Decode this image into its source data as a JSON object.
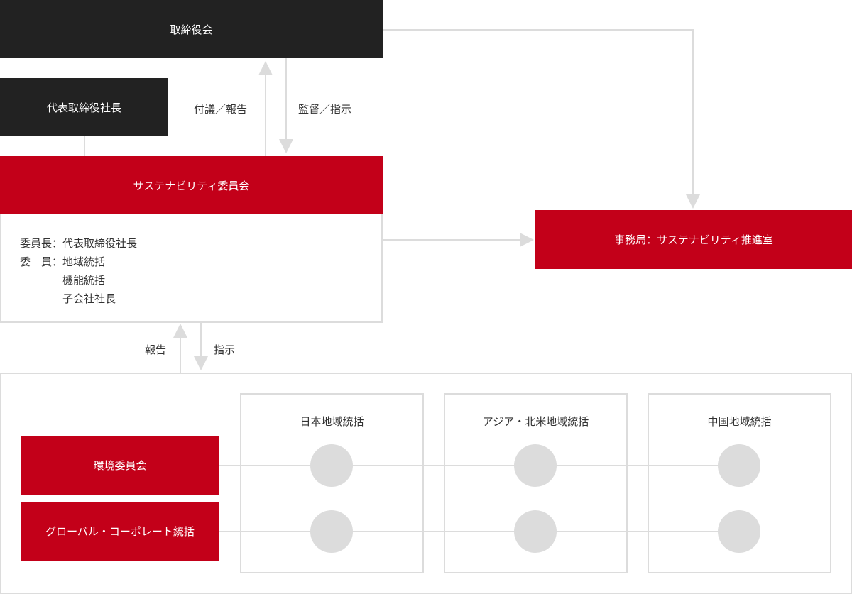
{
  "board": "取締役会",
  "president": "代表取締役社長",
  "edge_labels": {
    "proposal_report": "付議／報告",
    "supervise_instruct": "監督／指示",
    "report": "報告",
    "instruct": "指示"
  },
  "committee": {
    "title": "サステナビリティ委員会",
    "members": [
      {
        "key": "委員長：",
        "value": "代表取締役社長"
      },
      {
        "key": "委　員：",
        "value": "地域統括"
      },
      {
        "key": "",
        "value": "機能統括"
      },
      {
        "key": "",
        "value": "子会社社長"
      }
    ]
  },
  "secretariat": "事務局：サステナビリティ推進室",
  "sub_committees": [
    "環境委員会",
    "グローバル・コーポレート統括"
  ],
  "regions": [
    "日本地域統括",
    "アジア・北米地域統括",
    "中国地域統括"
  ],
  "colors": {
    "red": "#c30019",
    "dark": "#222222",
    "line": "#dcdcdc"
  }
}
